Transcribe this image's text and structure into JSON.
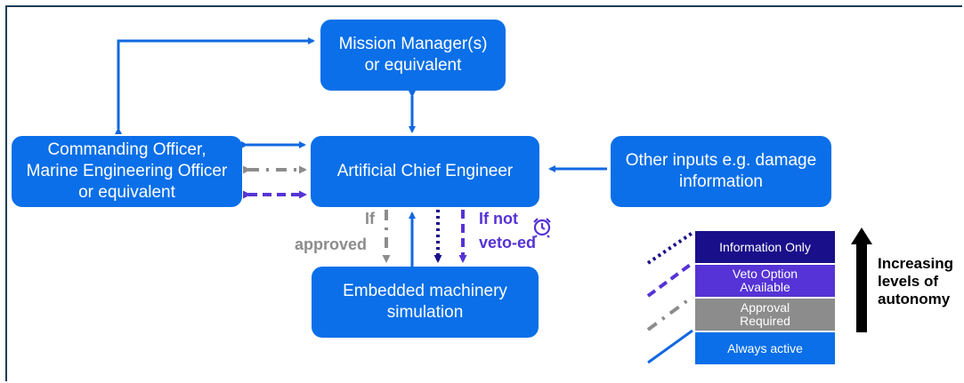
{
  "boxes": {
    "mission_manager": "Mission Manager(s) or equivalent",
    "commanding_officer": "Commanding Officer, Marine Engineering Officer or equivalent",
    "ace": "Artificial Chief Engineer",
    "other_inputs": "Other inputs e.g. damage information",
    "simulation": "Embedded machinery simulation"
  },
  "labels": {
    "if": "If",
    "approved": "approved",
    "if_not": "If not",
    "veto_ed": "veto-ed"
  },
  "legend": {
    "information_only": "Information Only",
    "veto_option": "Veto Option Available",
    "approval_required": "Approval Required",
    "always_active": "Always active"
  },
  "increasing": [
    "Increasing",
    "levels of",
    "autonomy"
  ],
  "colors": {
    "box_blue": "#0a6fe8",
    "navy": "#1a0f8a",
    "purple": "#5533d6",
    "gray": "#8c8c8c",
    "arrow_blue": "#1068e0"
  },
  "icons": {
    "alarm": "alarm-clock-icon"
  }
}
